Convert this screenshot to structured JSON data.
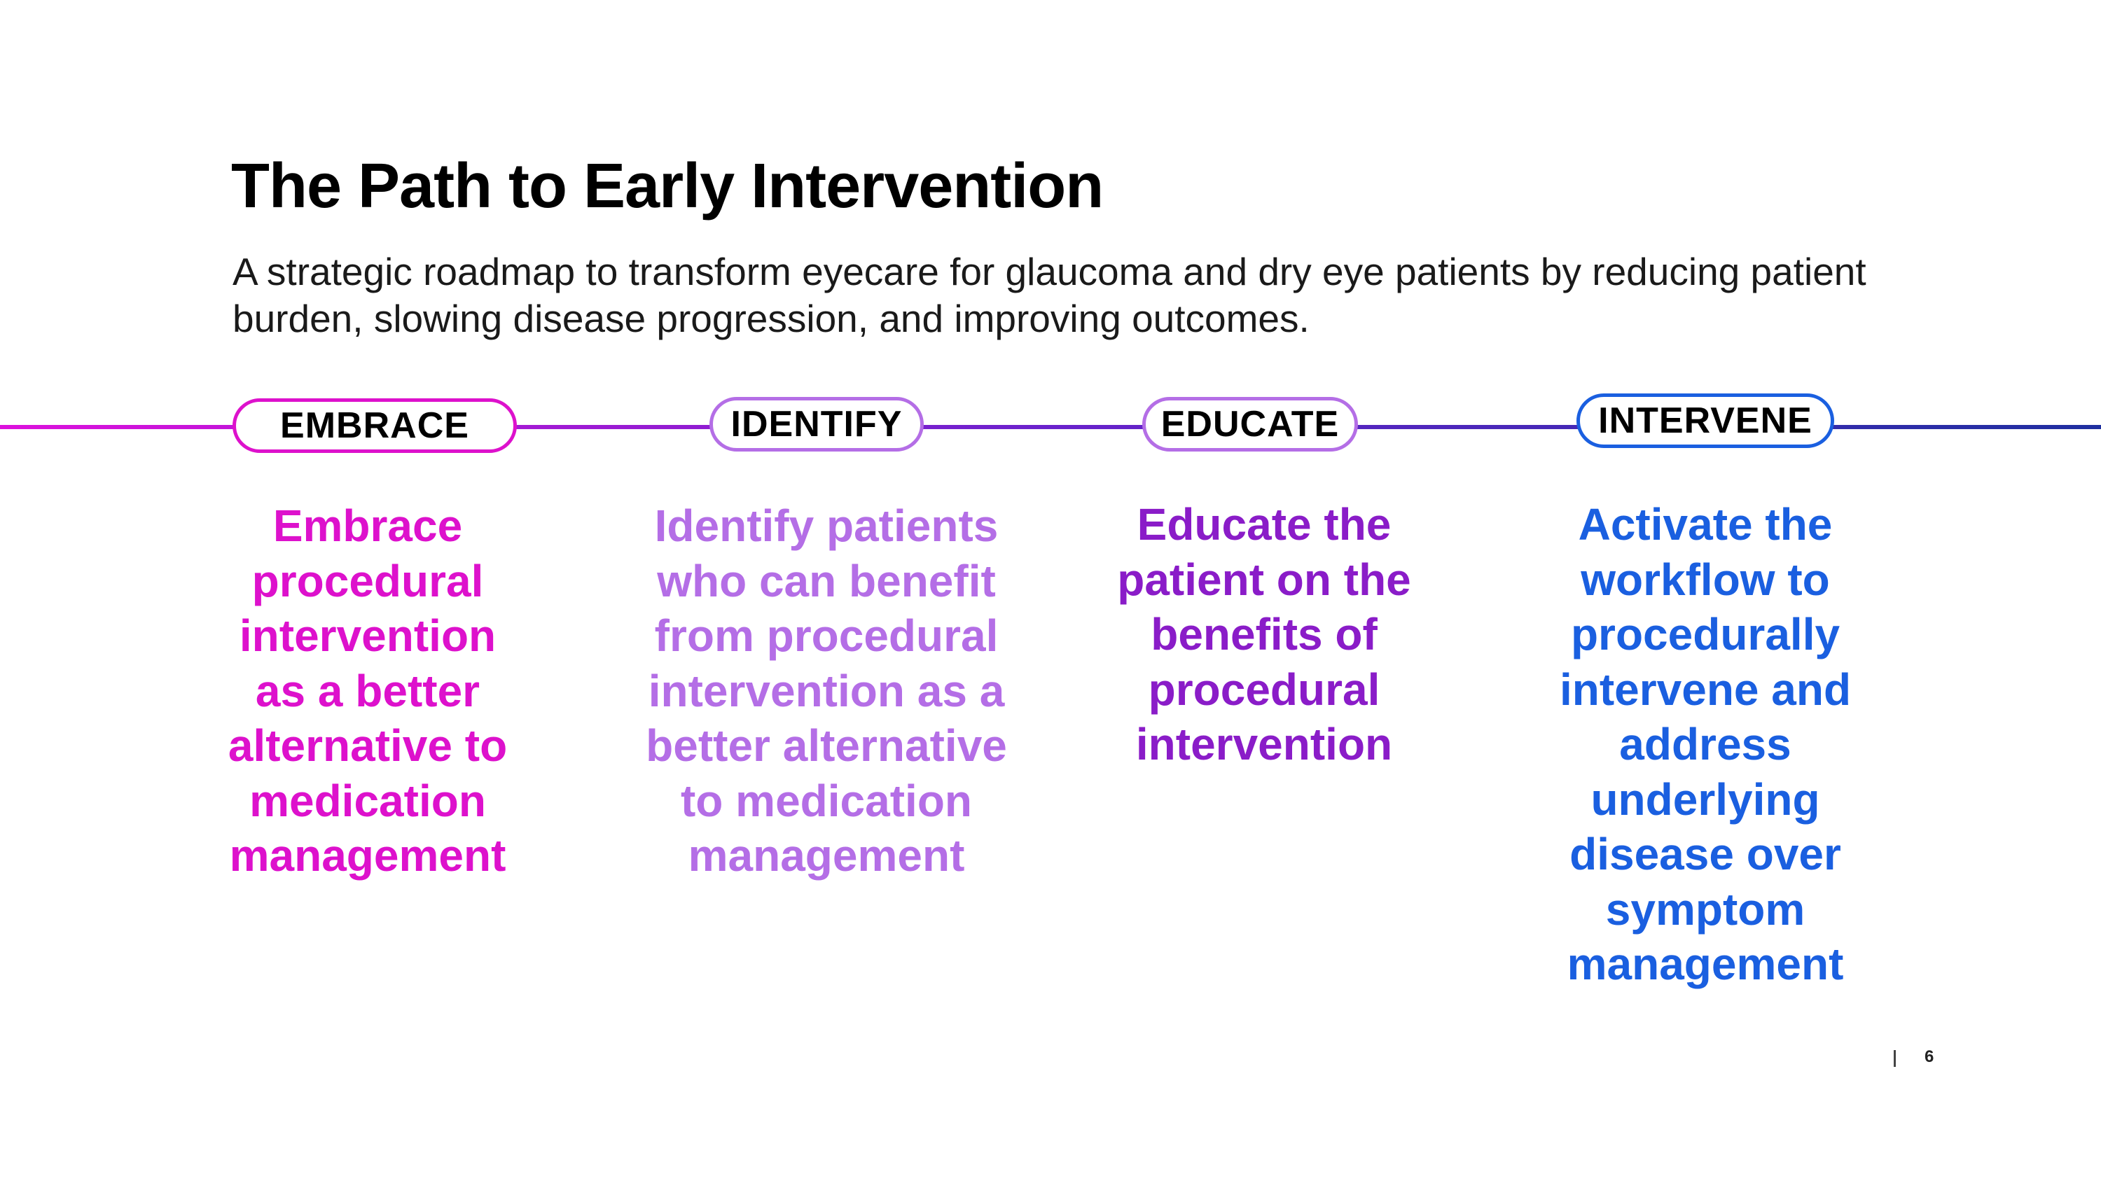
{
  "header": {
    "title": "The Path to Early Intervention",
    "subtitle": "A strategic roadmap to transform eyecare for glaucoma and dry eye patients by reducing patient burden, slowing disease progression, and improving outcomes."
  },
  "colors": {
    "magenta": "#dd11cc",
    "lavender": "#b46ee6",
    "purple": "#8a1cc8",
    "blue": "#1a5fe0",
    "line_start": "#dd11dd",
    "line_mid": "#6a22cc",
    "line_end": "#1f2fa0"
  },
  "steps": [
    {
      "label": "EMBRACE",
      "text": "Embrace procedural intervention as a better alternative to medication management"
    },
    {
      "label": "IDENTIFY",
      "text": "Identify patients who can benefit from procedural intervention as a better alternative to medication management"
    },
    {
      "label": "EDUCATE",
      "text": "Educate the patient on the benefits of procedural intervention"
    },
    {
      "label": "INTERVENE",
      "text": "Activate the workflow to procedurally intervene and address underlying disease over symptom management"
    }
  ],
  "footer": {
    "page_number": "6"
  }
}
